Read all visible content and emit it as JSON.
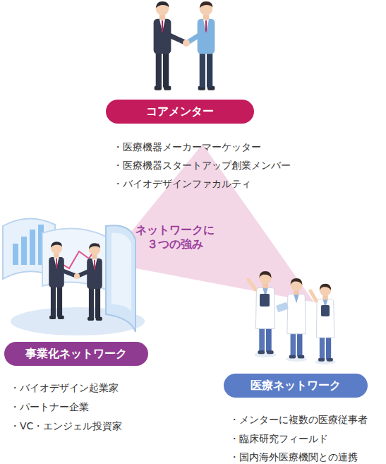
{
  "diagram": {
    "nodes": [
      {
        "text": [
          "コアメンター"
        ]
      },
      {
        "text": [
          "事業化ネットワーク"
        ]
      },
      {
        "text": [
          "医療ネットワーク"
        ]
      }
    ],
    "labels": [
      "・医療機器メーカーマーケッター",
      "・医療機器スタートアップ創業メンバー",
      "・バイオデザインファカルティ",
      "ネットワークに ３つの強み",
      "・バイオデザイン起業家",
      "・パートナー企業",
      "・VC・エンジェル投資家",
      "・メンターに複数の医療従事者",
      "・臨床研究フィールド",
      "・国内海外医療機関との連携"
    ]
  }
}
